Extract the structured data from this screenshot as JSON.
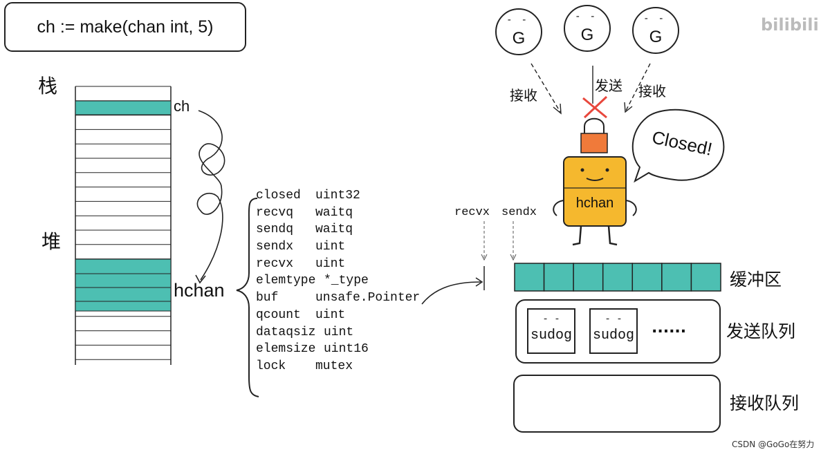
{
  "code": {
    "text": "ch := make(chan int, 5)"
  },
  "labels": {
    "stack": "栈",
    "heap": "堆",
    "ch": "ch",
    "hchan": "hchan"
  },
  "hchan_fields": [
    {
      "name": "closed",
      "type": "uint32"
    },
    {
      "name": "recvq",
      "type": "waitq"
    },
    {
      "name": "sendq",
      "type": "waitq"
    },
    {
      "name": "sendx",
      "type": "uint"
    },
    {
      "name": "recvx",
      "type": "uint"
    },
    {
      "name": "elemtype",
      "type": "*_type"
    },
    {
      "name": "buf",
      "type": "unsafe.Pointer"
    },
    {
      "name": "qcount",
      "type": "uint"
    },
    {
      "name": "dataqsiz",
      "type": "uint"
    },
    {
      "name": "elemsize",
      "type": "uint16"
    },
    {
      "name": "lock",
      "type": "mutex"
    }
  ],
  "goroutines": [
    {
      "eyes": "- -",
      "letter": "G"
    },
    {
      "eyes": "- -",
      "letter": "G"
    },
    {
      "eyes": "- -",
      "letter": "G"
    }
  ],
  "arrow_labels": {
    "recv_left": "接收",
    "send": "发送",
    "recv_right": "接收"
  },
  "mascot": {
    "name": "hchan",
    "bubble": "Closed!"
  },
  "pointers": {
    "recvx": "recvx",
    "sendx": "sendx"
  },
  "buffer": {
    "label": "缓冲区",
    "slots": 7
  },
  "send_queue": {
    "label": "发送队列",
    "items": [
      {
        "eyes": "- -",
        "text": "sudog"
      },
      {
        "eyes": "- -",
        "text": "sudog"
      }
    ],
    "more": "......"
  },
  "recv_queue": {
    "label": "接收队列"
  },
  "colors": {
    "teal": "#4dbfb2",
    "mascot": "#f5b82e",
    "lock": "#f07a3a",
    "cross": "#e8473c"
  },
  "watermarks": {
    "top_right": "bilibili",
    "bottom_right": "CSDN @GoGo在努力"
  }
}
